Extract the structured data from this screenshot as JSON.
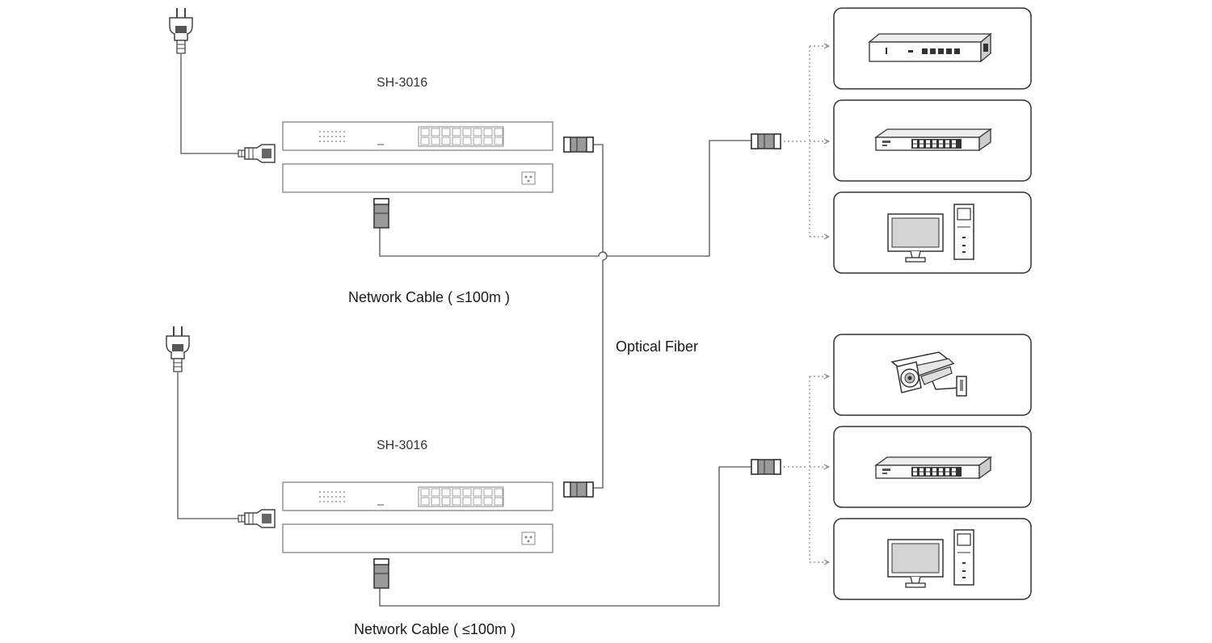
{
  "top_unit": {
    "model_label": "SH-3016",
    "cable_label": "Network Cable ( ≤100m )"
  },
  "bottom_unit": {
    "model_label": "SH-3016",
    "cable_label": "Network Cable ( ≤100m )"
  },
  "fiber_label": "Optical Fiber",
  "top_devices": [
    "router-icon",
    "switch-icon",
    "desktop-computer-icon"
  ],
  "bottom_devices": [
    "cctv-camera-icon",
    "switch-icon",
    "desktop-computer-icon"
  ],
  "colors": {
    "line": "#555555",
    "device_border": "#333333",
    "connector_fill": "#8a8a8a",
    "dotted": "#888888"
  }
}
